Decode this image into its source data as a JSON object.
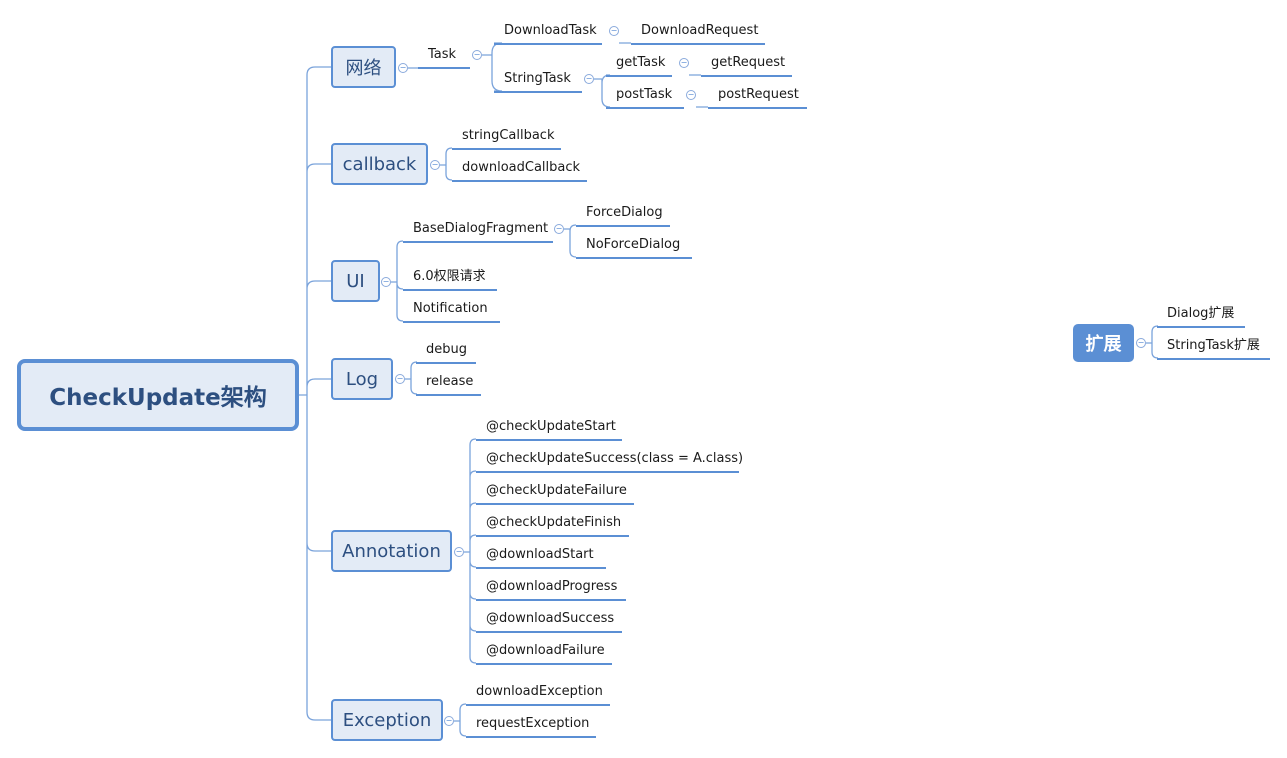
{
  "root": {
    "label": "CheckUpdate架构"
  },
  "branches": {
    "network": {
      "label": "网络",
      "task": "Task",
      "download_task": "DownloadTask",
      "download_request": "DownloadRequest",
      "string_task": "StringTask",
      "get_task": "getTask",
      "get_request": "getRequest",
      "post_task": "postTask",
      "post_request": "postRequest"
    },
    "callback": {
      "label": "callback",
      "items": [
        "stringCallback",
        "downloadCallback"
      ]
    },
    "ui": {
      "label": "UI",
      "base_dialog_fragment": "BaseDialogFragment",
      "force_dialog": "ForceDialog",
      "no_force_dialog": "NoForceDialog",
      "permission": "6.0权限请求",
      "notification": "Notification"
    },
    "log": {
      "label": "Log",
      "items": [
        "debug",
        "release"
      ]
    },
    "annotation": {
      "label": "Annotation",
      "items": [
        "@checkUpdateStart",
        "@checkUpdateSuccess(class = A.class)",
        "@checkUpdateFailure",
        "@checkUpdateFinish",
        "@downloadStart",
        "@downloadProgress",
        "@downloadSuccess",
        "@downloadFailure"
      ]
    },
    "exception": {
      "label": "Exception",
      "items": [
        "downloadException",
        "requestException"
      ]
    }
  },
  "extension": {
    "label": "扩展",
    "items": [
      "Dialog扩展",
      "StringTask扩展"
    ]
  },
  "colors": {
    "accent": "#5b8fd4",
    "node_fill": "#e3ebf6",
    "node_text": "#2d4f80",
    "connector": "#7aa3db"
  }
}
